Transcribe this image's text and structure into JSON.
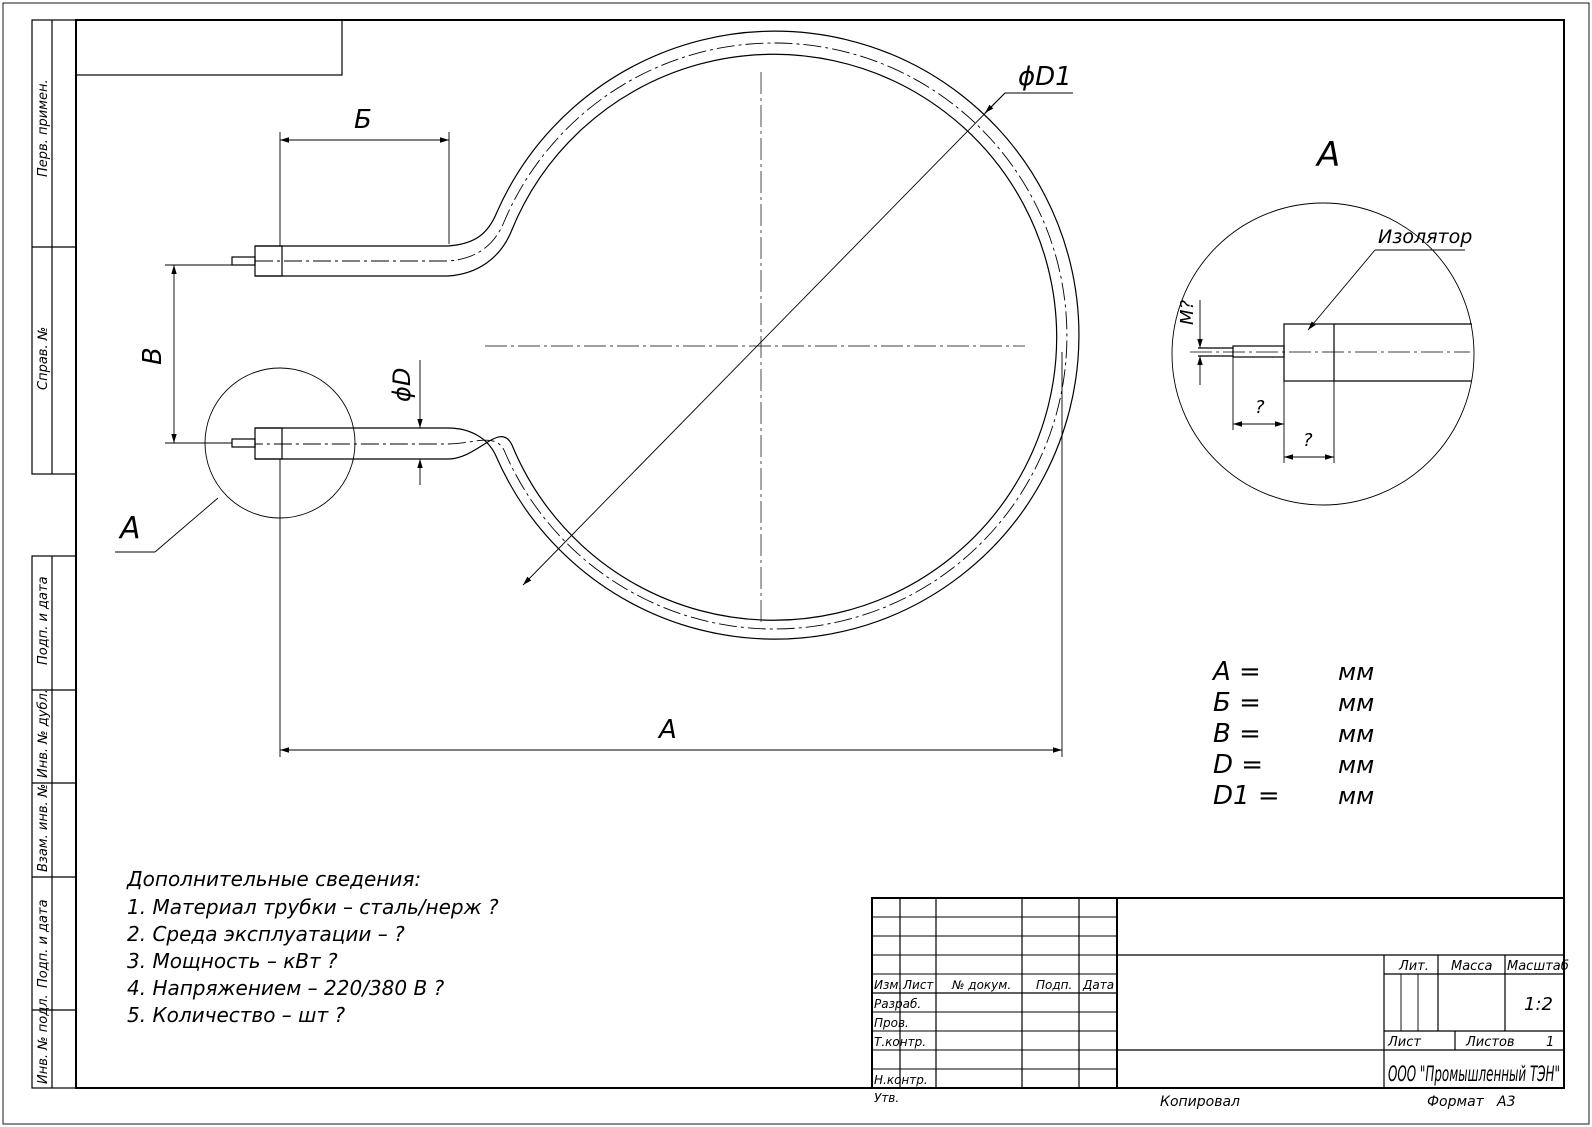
{
  "drawing": {
    "side_stamps": [
      "Перв. примен.",
      "Справ. №",
      "Подп. и дата",
      "Инв. № дубл.",
      "Взам. инв. №",
      "Подп. и дата",
      "Инв. № подл."
    ],
    "dimension_labels": {
      "B_top": "Б",
      "V_left": "В",
      "phiD": "ϕD",
      "phiD1": "ϕD1",
      "A_bottom": "А",
      "view_A_callout": "А",
      "view_A_title": "А"
    },
    "detail_view": {
      "insulator_label": "Изолятор",
      "thread_label": "М?",
      "len1": "?",
      "len2": "?"
    },
    "dimensions_table": [
      {
        "name": "А =",
        "unit": "мм"
      },
      {
        "name": "Б =",
        "unit": "мм"
      },
      {
        "name": "В =",
        "unit": "мм"
      },
      {
        "name": "D =",
        "unit": "мм"
      },
      {
        "name": "D1 =",
        "unit": "мм"
      }
    ],
    "notes": {
      "title": "Дополнительные сведения:",
      "items": [
        "1. Материал трубки – сталь/нерж ?",
        "2. Среда эксплуатации – ?",
        "3. Мощность –    кВт ?",
        "4. Напряжением – 220/380 В ?",
        "5. Количество –      шт ?"
      ]
    },
    "title_block": {
      "col_headers": [
        "Изм.",
        "Лист",
        "№ докум.",
        "Подп.",
        "Дата"
      ],
      "rows": [
        "Разраб.",
        "Пров.",
        "Т.контр.",
        "",
        "Н.контр.",
        "Утв."
      ],
      "lit": "Лит.",
      "mass": "Масса",
      "scale_hdr": "Масштаб",
      "scale": "1:2",
      "sheet": "Лист",
      "sheets": "Листов",
      "sheets_count": "1",
      "company": "ООО \"Промышленный ТЭН\""
    },
    "footer": {
      "copied": "Копировал",
      "format_label": "Формат",
      "format": "А3"
    }
  }
}
